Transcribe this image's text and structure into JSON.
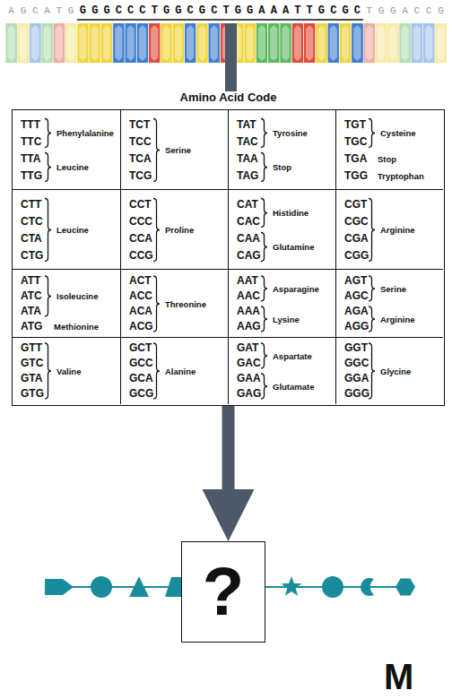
{
  "diagram": {
    "nodes": [
      {
        "text": [
          "Amino Acid Code"
        ]
      },
      {
        "text": [
          "TTT",
          "TTC",
          "TTA",
          "TTG",
          "Phenylalanine",
          "Leucine"
        ],
        "in": 0
      },
      {
        "text": [
          "TCT",
          "TCC",
          "TCA",
          "TCG",
          "Serine"
        ],
        "in": 0
      },
      {
        "text": [
          "TAT",
          "TAC",
          "TAA",
          "TAG",
          "Tyrosine",
          "Stop"
        ],
        "in": 0
      },
      {
        "text": [
          "TGT",
          "TGC",
          "TGA",
          "TGG",
          "Cysteine",
          "Stop",
          "Tryptophan"
        ],
        "in": 0
      },
      {
        "text": [
          "CTT",
          "CTC",
          "CTA",
          "CTG",
          "Leucine"
        ],
        "in": 0
      },
      {
        "text": [
          "CCT",
          "CCC",
          "CCA",
          "CCG",
          "Proline"
        ],
        "in": 0
      },
      {
        "text": [
          "CAT",
          "CAC",
          "CAA",
          "CAG",
          "Histidine",
          "Glutamine"
        ],
        "in": 0
      },
      {
        "text": [
          "CGT",
          "CGC",
          "CGA",
          "CGG",
          "Arginine"
        ],
        "in": 0
      },
      {
        "text": [
          "ATT",
          "ATC",
          "ATA",
          "ATG",
          "Isoleucine",
          "Methionine"
        ],
        "in": 0
      },
      {
        "text": [
          "ACT",
          "ACC",
          "ACA",
          "ACG",
          "Threonine"
        ],
        "in": 0
      },
      {
        "text": [
          "AAT",
          "AAC",
          "AAA",
          "AAG",
          "Asparagine",
          "Lysine"
        ],
        "in": 0
      },
      {
        "text": [
          "AGT",
          "AGC",
          "AGA",
          "AGG",
          "Serine",
          "Arginine"
        ],
        "in": 0
      },
      {
        "text": [
          "GTT",
          "GTC",
          "GTA",
          "GTG",
          "Valine"
        ],
        "in": 0
      },
      {
        "text": [
          "GCT",
          "GCC",
          "GCA",
          "GCG",
          "Alanine"
        ],
        "in": 0
      },
      {
        "text": [
          "GAT",
          "GAC",
          "GAA",
          "GAG",
          "Aspartate",
          "Glutamate"
        ],
        "in": 0
      },
      {
        "text": [
          "GGT",
          "GGC",
          "GGA",
          "GGG",
          "Glycine"
        ],
        "in": 0
      },
      {
        "text": [
          "?"
        ]
      }
    ],
    "edges": [
      {
        "from": 0,
        "to": 17,
        "arrow": "to"
      }
    ],
    "labels": [
      "AGCATG",
      "GGGCCCTGGCGCTGGAAATTGCGC",
      "TGGACCG",
      "M"
    ]
  }
}
